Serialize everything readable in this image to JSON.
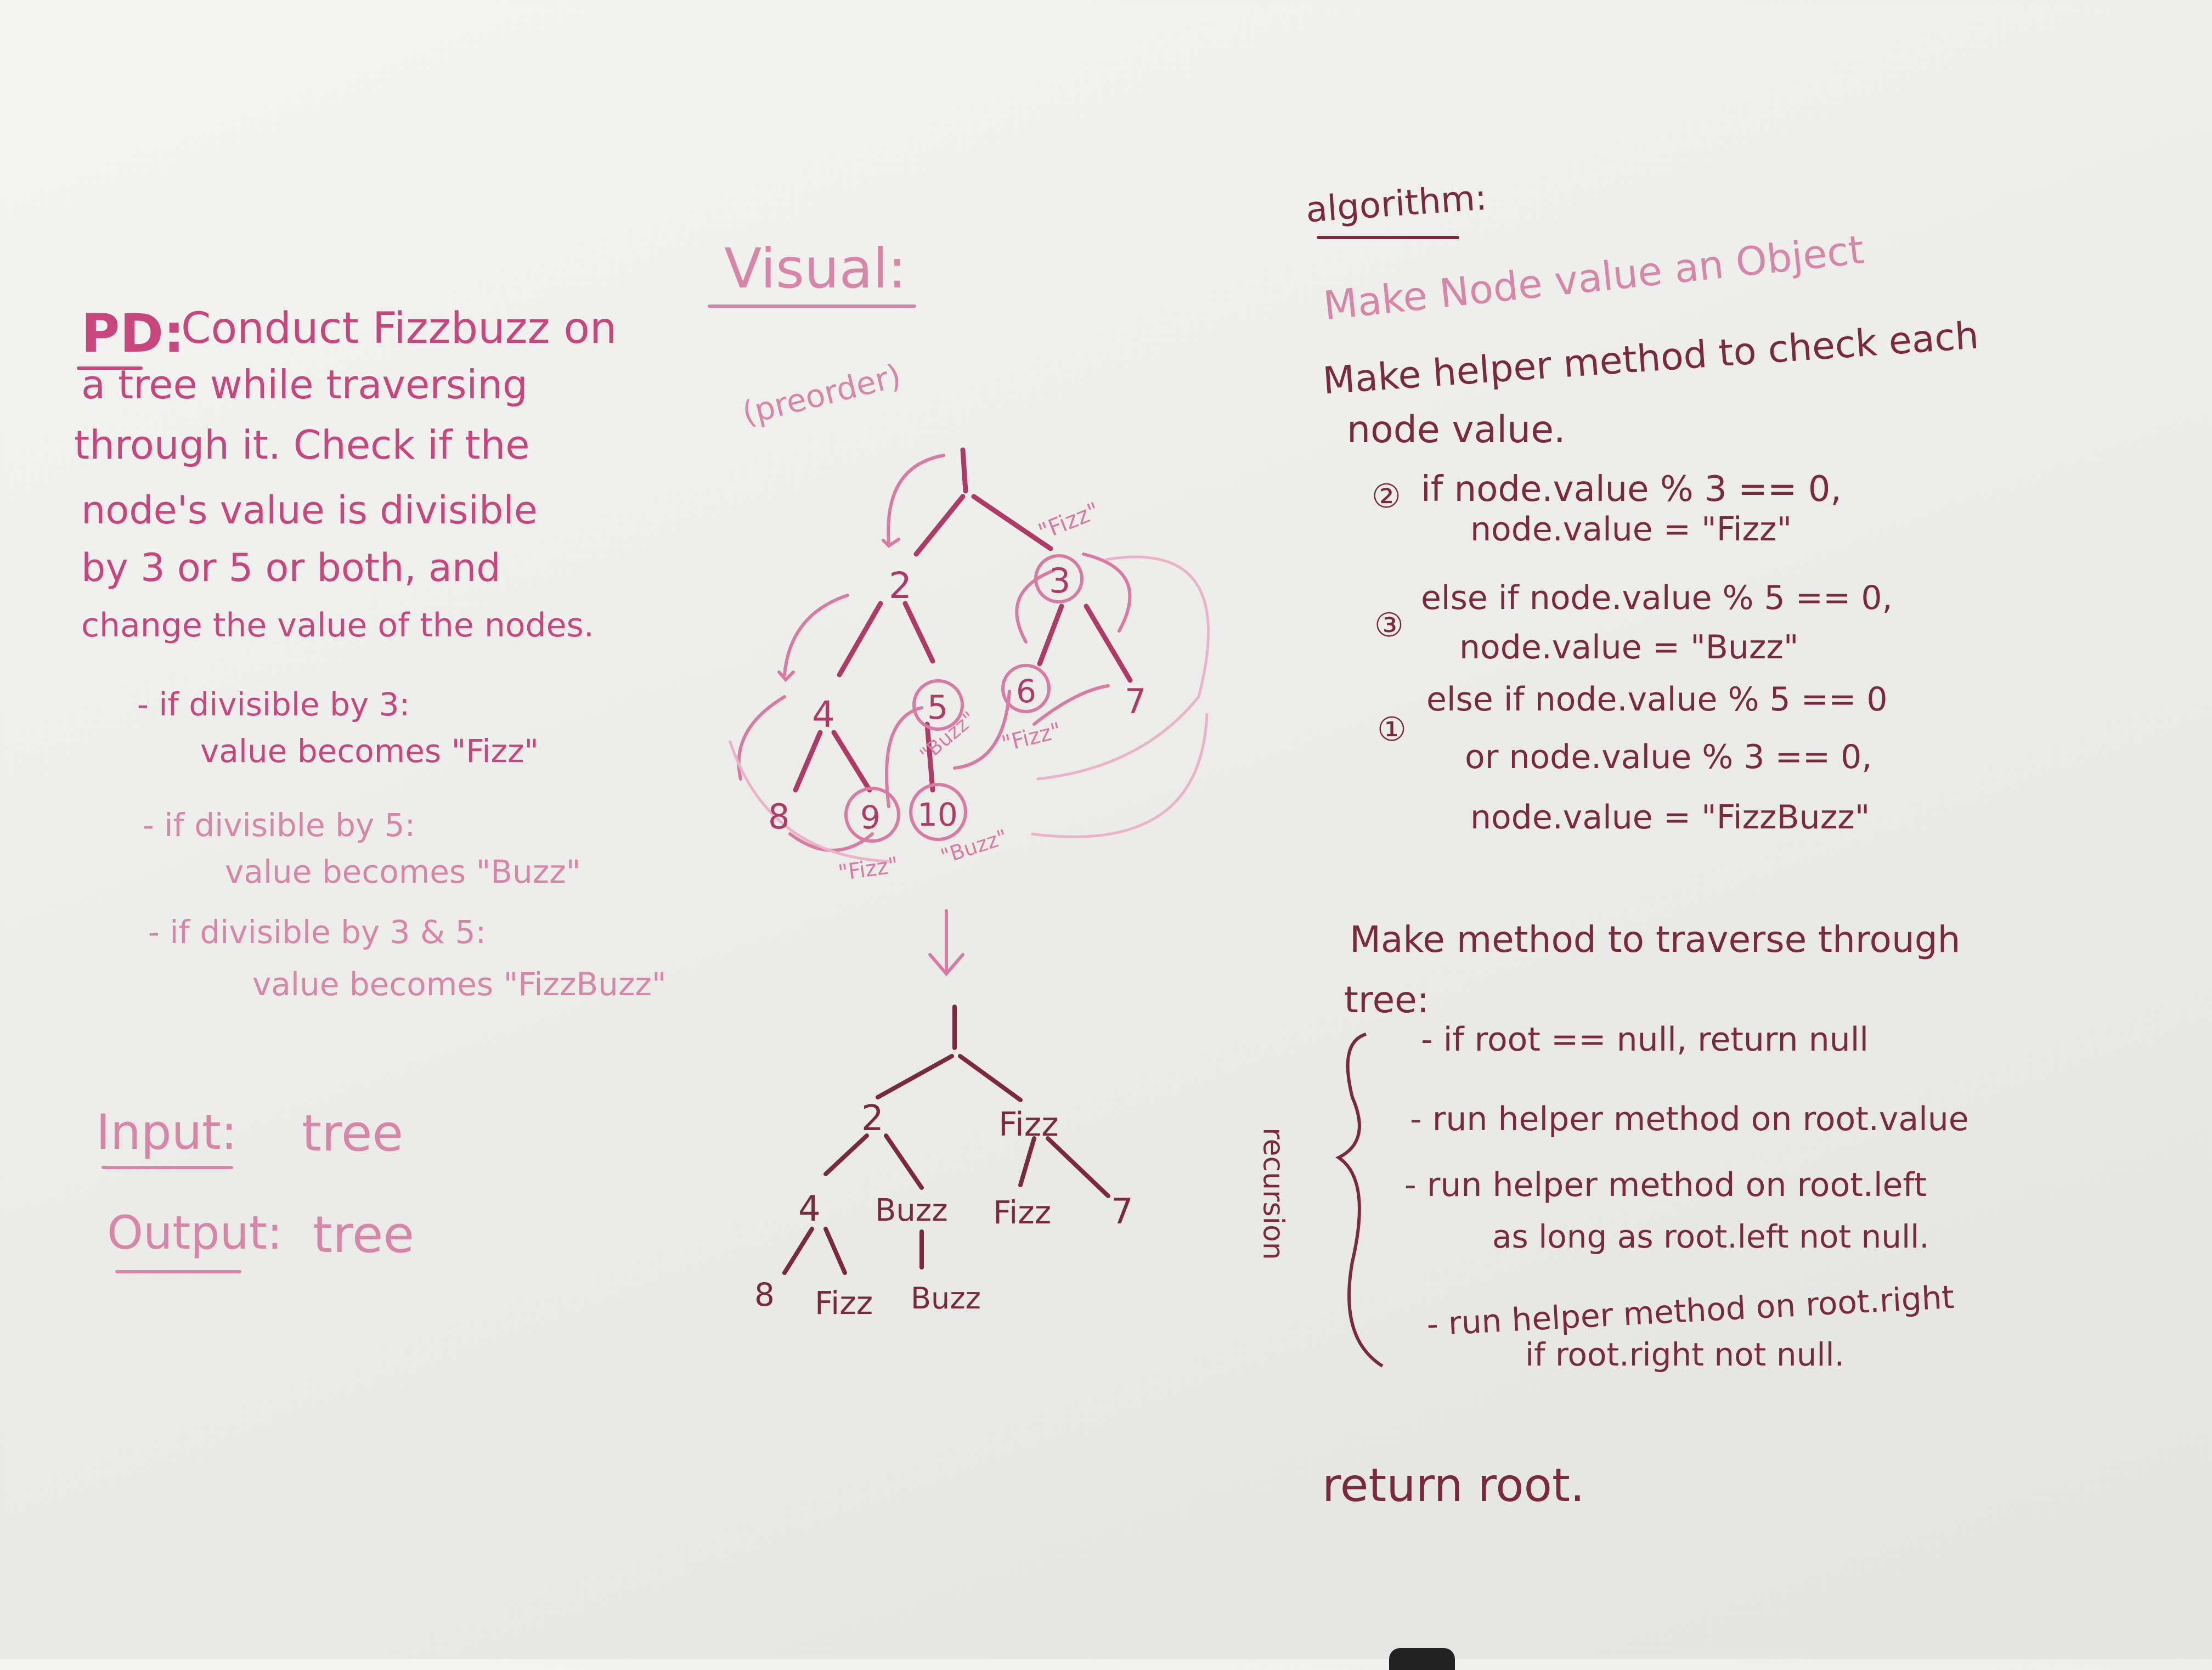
{
  "problem": {
    "heading": "PD:",
    "lines": [
      "Conduct Fizzbuzz on",
      "a tree while traversing",
      "through it. Check if the",
      "node's value is divisible",
      "by 3 or 5 or both, and",
      "change the value of the nodes."
    ],
    "rules": [
      "- if divisible by 3:",
      "value becomes \"Fizz\"",
      "- if divisible by 5:",
      "value becomes \"Buzz\"",
      "- if divisible by 3 & 5:",
      "value becomes \"FizzBuzz\""
    ],
    "input_label": "Input:",
    "input_value": "tree",
    "output_label": "Output:",
    "output_value": "tree"
  },
  "visual": {
    "title": "Visual:",
    "note": "(preorder)",
    "before": {
      "n2": "2",
      "n3": "3",
      "n4": "4",
      "n5": "5",
      "n6": "6",
      "n7": "7",
      "n8": "8",
      "n9": "9",
      "n10": "10",
      "fizz_a": "\"Fizz\"",
      "fizz_b": "\"Fizz\"",
      "fizz_c": "\"Fizz\"",
      "buzz_a": "\"Buzz\"",
      "buzz_b": "\"Buzz\""
    },
    "after": {
      "n2": "2",
      "n3": "Fizz",
      "n4": "4",
      "n5": "Buzz",
      "n6": "Fizz",
      "n7": "7",
      "n8": "8",
      "n9": "Fizz",
      "n10": "Buzz"
    }
  },
  "algorithm": {
    "title": "algorithm:",
    "subtitle": "Make Node value an Object",
    "helper": [
      "Make helper method to check each",
      "node value."
    ],
    "conditions": [
      {
        "step": "②",
        "line1": "if node.value % 3 == 0,",
        "line2": "node.value = \"Fizz\""
      },
      {
        "step": "③",
        "line1": "else if node.value % 5 == 0,",
        "line2": "node.value = \"Buzz\""
      },
      {
        "step": "①",
        "line1": "else if node.value % 5 == 0",
        "line2": "or node.value % 3 == 0,",
        "line3": "node.value = \"FizzBuzz\""
      }
    ],
    "traverse": [
      "Make method to traverse through",
      "tree:"
    ],
    "recursion_label": "recursion",
    "steps": [
      "- if root == null, return null",
      "- run helper method on root.value",
      "- run helper method on root.left",
      "as long as root.left not null.",
      "- run helper method on root.right",
      "if root.right not null."
    ],
    "return": "return root."
  },
  "colors": {
    "ink": "#c9467c",
    "pale_ink": "#d886a8",
    "dark_ink": "#7a2a3c",
    "board": "#ececea"
  }
}
